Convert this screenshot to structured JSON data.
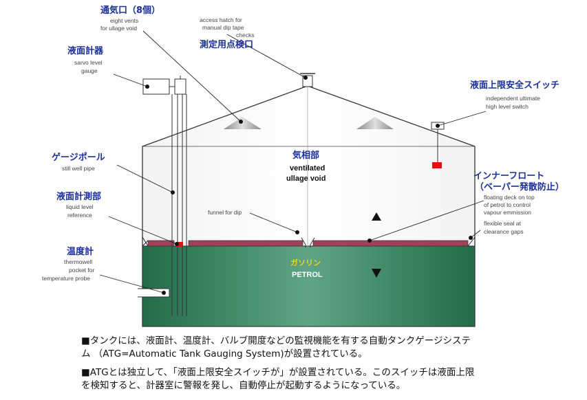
{
  "labels": {
    "vents_jp": "通気口（8個）",
    "vents_en_1": "eight vents",
    "vents_en_2": "for ullage void",
    "hatch_en_1": "access hatch for",
    "hatch_en_2": "manual dip tape",
    "hatch_en_3": "checks",
    "hatch_jp": "測定用点検口",
    "servo_jp": "液面計器",
    "servo_en_1": "sarvo level",
    "servo_en_2": "gauge",
    "switch_jp": "液面上限安全スイッチ",
    "switch_en_1": "independent ultimate",
    "switch_en_2": "high level switch",
    "stillwell_jp": "ゲージポール",
    "stillwell_en": "still well pipe",
    "reference_jp": "液面計測部",
    "reference_en_1": "liquid level",
    "reference_en_2": "reference",
    "thermo_jp": "温度計",
    "thermo_en_1": "thermowell",
    "thermo_en_2": "pocket for",
    "thermo_en_3": "temperature probe",
    "ullage_jp": "気相部",
    "ullage_en_1": "ventilated",
    "ullage_en_2": "ullage void",
    "funnel_en": "funnel for dip",
    "float_jp_1": "インナーフロート",
    "float_jp_2": "（ベーパー発散防止）",
    "float_en_1": "floating deck on top",
    "float_en_2": "of petrol to control",
    "float_en_3": "vapour emmission",
    "seal_en_1": "flexible seal at",
    "seal_en_2": "clearance gaps",
    "petrol_jp": "ガソリン",
    "petrol_en": "PETROL"
  },
  "notes": {
    "line1": "■タンクには、液面計、温度計、バルブ開度などの監視機能を有する自動タンクゲージシステ",
    "line2": "ム （ATG=Automatic Tank Gauging System)が設置されている。",
    "line3": "■ATGとは独立して、「液面上限安全スイッチが」が設置されている。このスイッチは液面上限",
    "line4": "を検知すると、計器室に警報を発し、自動停止が起動するようになっている。"
  },
  "colors": {
    "petrol": "#2f7d5a",
    "deck": "#a0405a",
    "switch_red": "#e01010",
    "label_blue": "#1a2f9c",
    "petrol_jp_text": "#f2d21a"
  }
}
